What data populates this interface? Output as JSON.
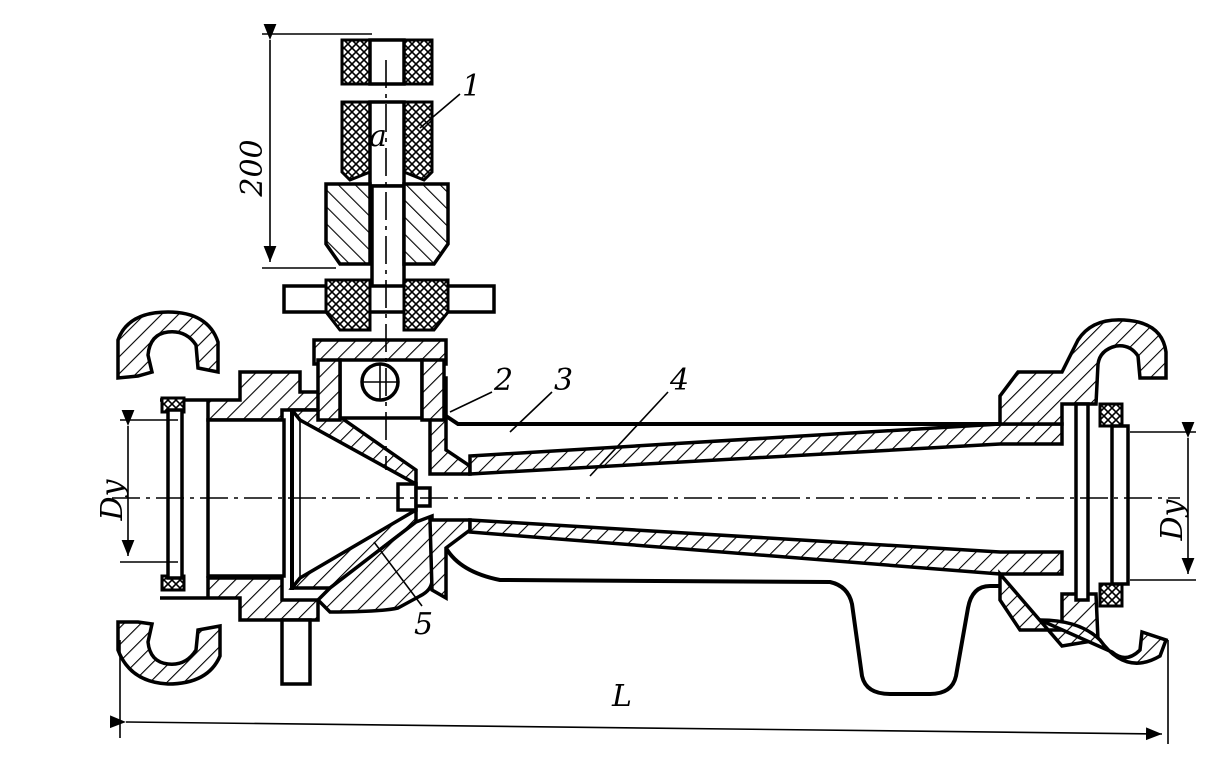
{
  "labels": {
    "part_1": "1",
    "part_2": "2",
    "part_3": "3",
    "part_4": "4",
    "part_5": "5",
    "detail_a": "a"
  },
  "dimensions": {
    "handle_length": "200",
    "overall_length": "L",
    "bore_left": "Dy",
    "bore_right": "Dy"
  }
}
